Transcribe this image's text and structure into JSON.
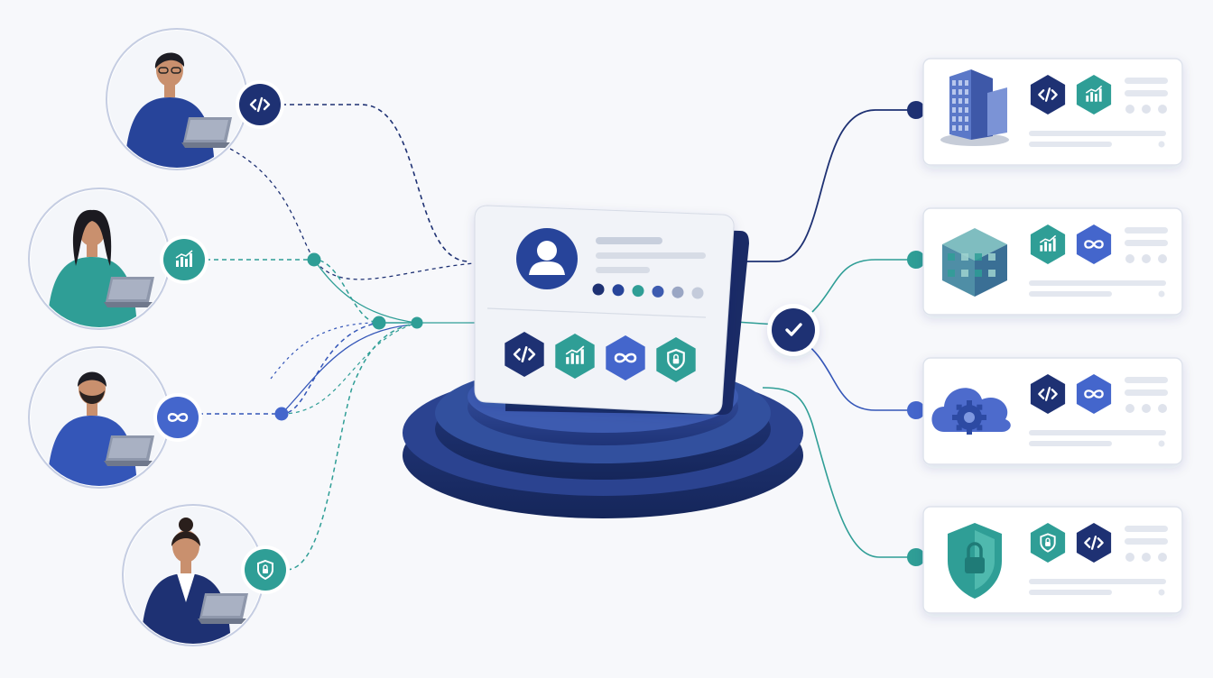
{
  "colors": {
    "background": "#f7f8fb",
    "navy": "#1e3173",
    "navy_dark": "#172a63",
    "blue": "#4466cc",
    "teal": "#2f9e96",
    "teal_light": "#45b3a8",
    "card": "#ffffff",
    "card_border": "#dde2ec",
    "placeholder": "#e3e7ef",
    "skin": "#c9906e"
  },
  "people": [
    {
      "role": "developer",
      "skill_icon": "code-icon",
      "shirt": "#27449a",
      "badge": "#1e3173"
    },
    {
      "role": "data-analyst",
      "skill_icon": "chart-icon",
      "shirt": "#2f9e96",
      "badge": "#2f9e96"
    },
    {
      "role": "devops-engineer",
      "skill_icon": "infinity-icon",
      "shirt": "#3456b8",
      "badge": "#4466cc"
    },
    {
      "role": "security-specialist",
      "skill_icon": "shield-icon",
      "shirt": "#1e3173",
      "badge": "#2f9e96"
    }
  ],
  "profile_card": {
    "avatar_icon": "user-icon",
    "progress_dots": 6,
    "skills": [
      "code-icon",
      "chart-icon",
      "infinity-icon",
      "shield-icon"
    ]
  },
  "match_icon": "checkmark-icon",
  "companies": [
    {
      "illustration": "office-building-icon",
      "skills": [
        "code-icon",
        "chart-icon"
      ]
    },
    {
      "illustration": "data-cube-icon",
      "skills": [
        "chart-icon",
        "infinity-icon"
      ]
    },
    {
      "illustration": "cloud-gear-icon",
      "skills": [
        "code-icon",
        "infinity-icon"
      ]
    },
    {
      "illustration": "security-shield-icon",
      "skills": [
        "shield-icon",
        "code-icon"
      ]
    }
  ]
}
